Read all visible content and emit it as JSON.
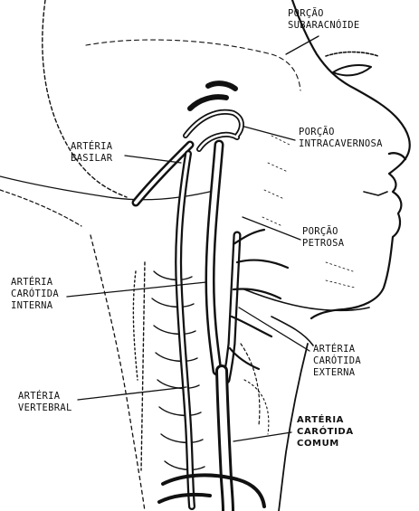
{
  "labels": {
    "subarachnoid": {
      "line1": "PORÇÃO",
      "line2": "SUBARACNÓIDE"
    },
    "basilar": {
      "line1": "ARTÉRIA",
      "line2": "BASILAR"
    },
    "intracavernous": {
      "line1": "PORÇÃO",
      "line2": "INTRACAVERNOSA"
    },
    "petrous": {
      "line1": "PORÇÃO",
      "line2": "PETROSA"
    },
    "internal_carotid": {
      "line1": "ARTÉRIA",
      "line2": "CARÓTIDA",
      "line3": "INTERNA"
    },
    "external_carotid": {
      "line1": "ARTÉRIA",
      "line2": "CARÓTIDA",
      "line3": "EXTERNA"
    },
    "vertebral": {
      "line1": "ARTÉRIA",
      "line2": "VERTEBRAL"
    },
    "common_carotid": {
      "line1": "ARTÉRIA",
      "line2": "CARÓTIDA",
      "line3": "COMUM"
    }
  }
}
